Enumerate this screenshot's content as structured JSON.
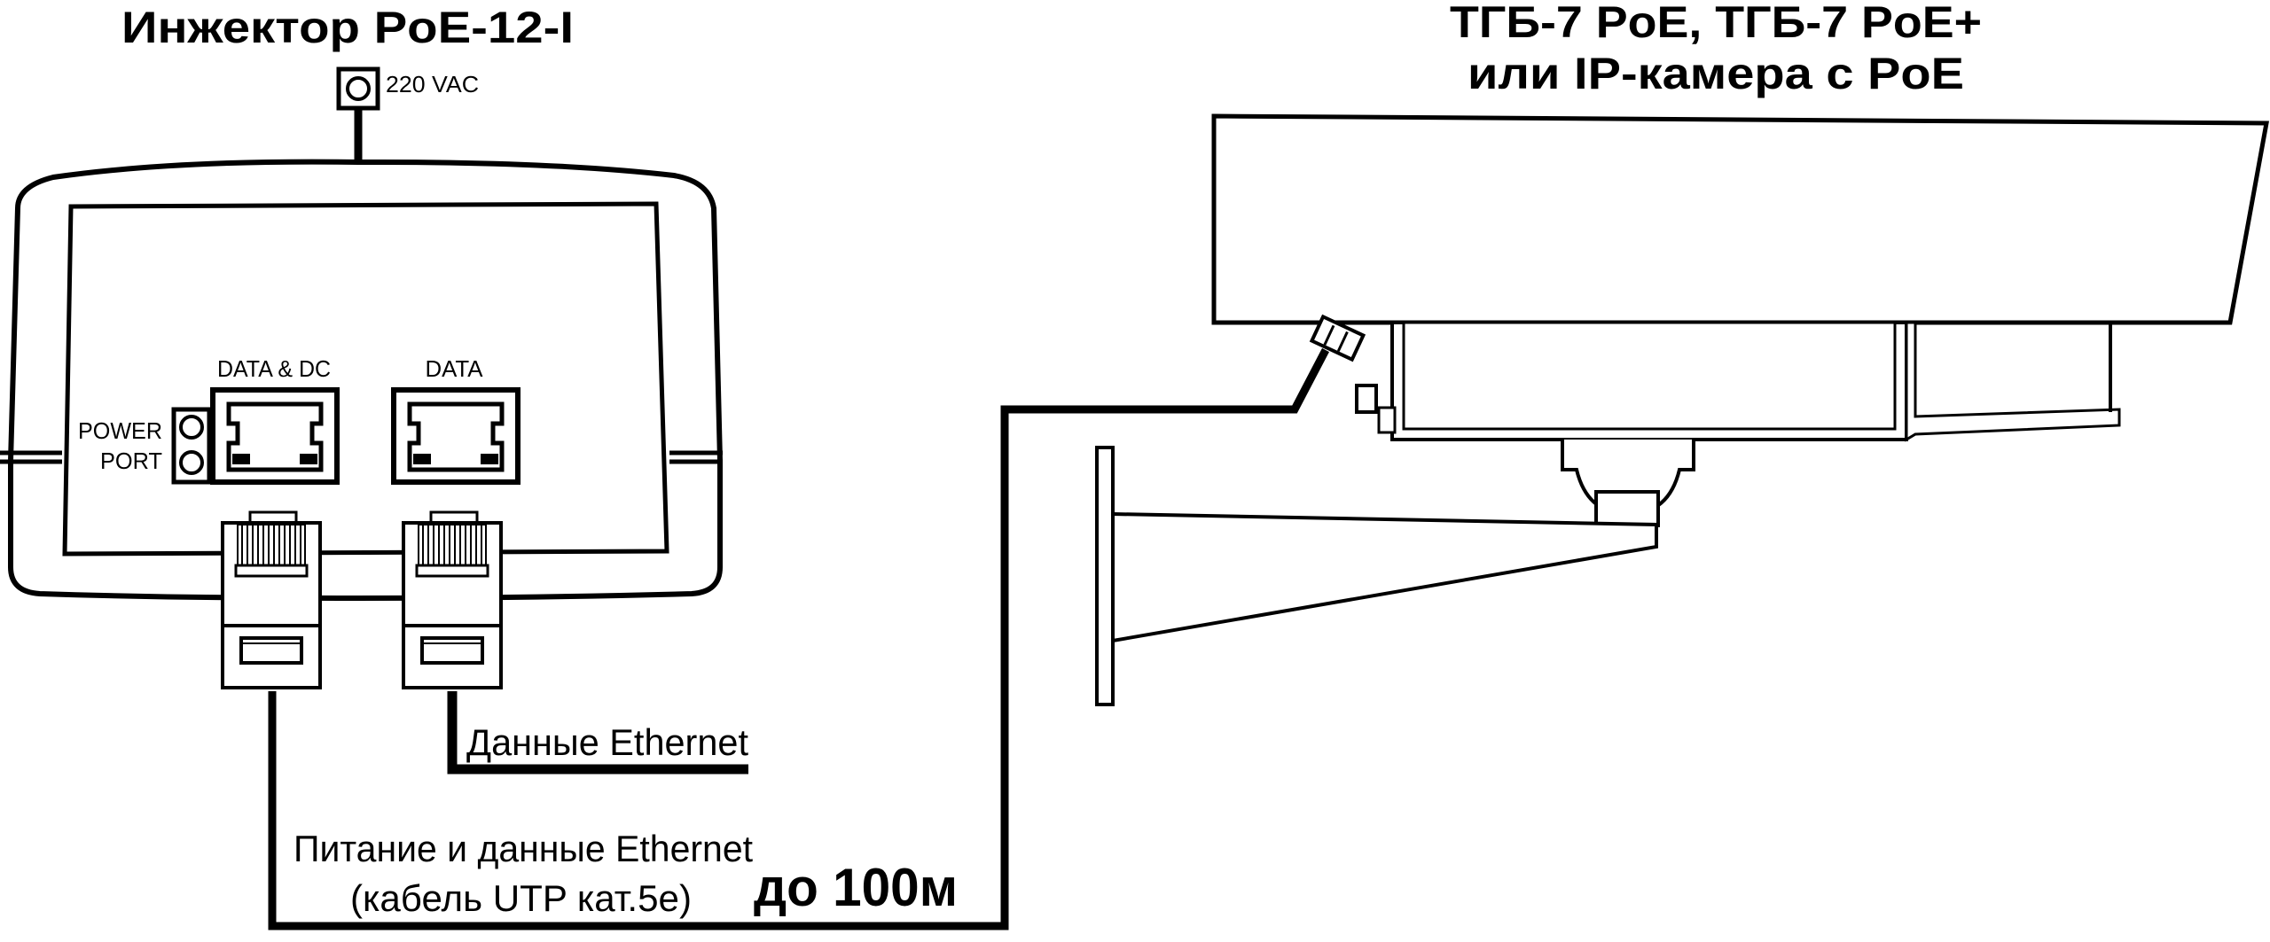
{
  "injector": {
    "title": "Инжектор PoE-12-I",
    "power_input_label": "220 VAC",
    "port_data_dc_label": "DATA & DC",
    "port_data_label": "DATA",
    "power_port_label_line1": "POWER",
    "power_port_label_line2": "PORT"
  },
  "camera": {
    "title_line1": "ТГБ-7 PoE, ТГБ-7 PoE+",
    "title_line2": "или IP-камера с PoE"
  },
  "cables": {
    "data_label": "Данные Ethernet",
    "poe_label_line1": "Питание и данные Ethernet",
    "poe_label_line2": "(кабель UTP кат.5е)",
    "distance_label": "до 100м"
  }
}
